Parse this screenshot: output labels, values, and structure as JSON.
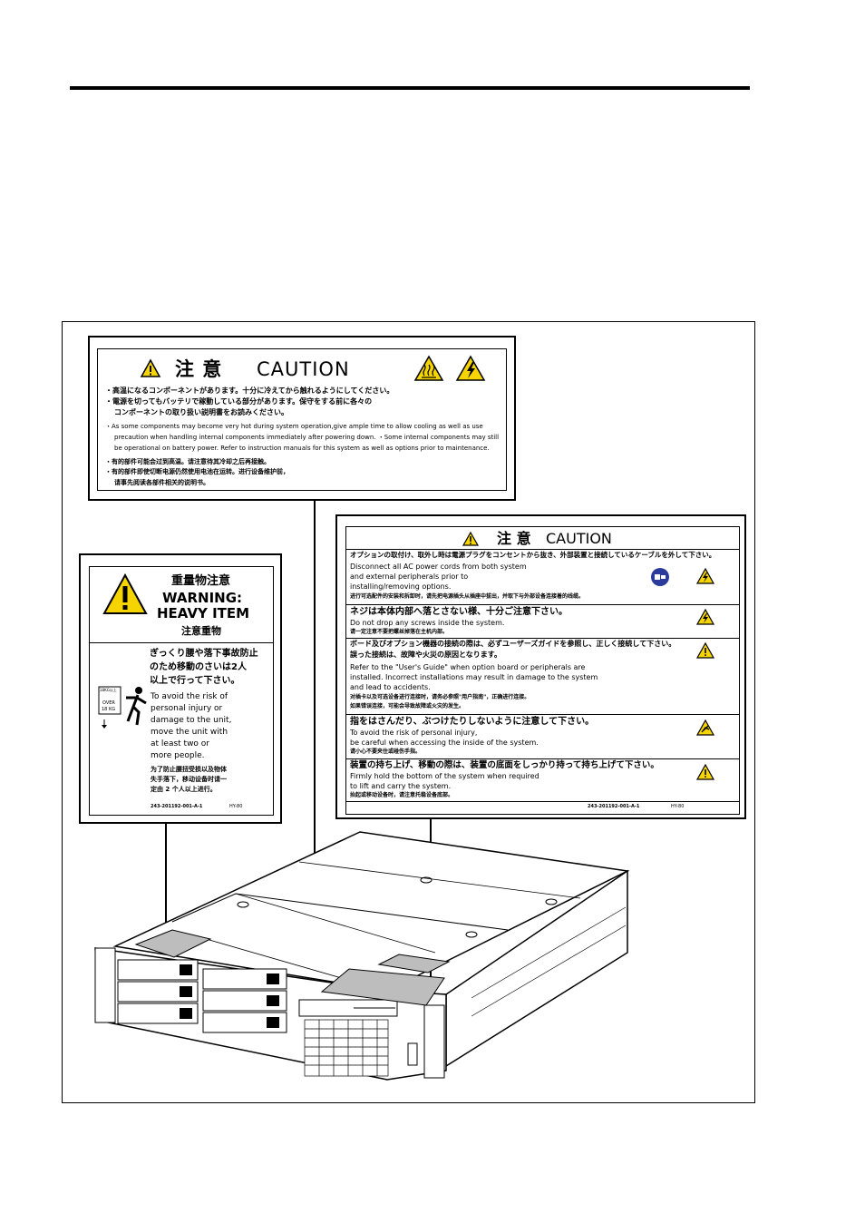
{
  "page": {
    "top_rule": true
  },
  "label_top": {
    "header_jp": "注  意",
    "header_en": "CAUTION",
    "jp_line1": "・高温になるコンポーネントがあります。十分に冷えてから触れるようにしてください。",
    "jp_line2": "・電源を切ってもバッテリで稼動している部分があります。保守をする前に各々の",
    "jp_line3": "コンポーネントの取り扱い説明書をお読みください。",
    "en_line1": "・As some components may become very hot during system operation,give ample time to allow cooling as well as use",
    "en_line2": "precaution when handling internal components immediately after powering down. ・Some internal components may still",
    "en_line3": "be operational on battery power. Refer to instruction manuals for this system as well as options prior to maintenance.",
    "cn_line1": "・有的部件可能会过到高温。请注意待其冷却之后再接触。",
    "cn_line2": "・有的部件即使切断电源仍然使用电池在运转。进行设备维护前，",
    "cn_line3": "请事先阅读各部件相关的说明书。",
    "icons": [
      "hot-surface-warning-icon",
      "electric-shock-warning-icon",
      "caution-triangle-icon"
    ]
  },
  "label_left": {
    "title_jp": "重量物注意",
    "title_en_1": "WARNING:",
    "title_en_2": "HEAVY ITEM",
    "title_cn": "注意重物",
    "jp_1": "ぎっくり腰や落下事故防止",
    "jp_2": "のため移動のさいは2人",
    "jp_3": "以上で行って下さい。",
    "en_1": "To avoid the risk of",
    "en_2": "personal injury or",
    "en_3": "damage to the unit,",
    "en_4": "move the unit with",
    "en_5": "at least two or",
    "en_6": "more people.",
    "cn_1": "为了防止腰扭受损以及物体",
    "cn_2": "失手落下，移动设备时请一",
    "cn_3": "定由 2 个人以上进行。",
    "pict_1": "18KG以上",
    "pict_2": "OVER",
    "pict_3": "18 KG",
    "part_no": "243-201192-001-A-1",
    "part_code": "HY-80"
  },
  "label_right": {
    "header_jp": "注 意",
    "header_en": "CAUTION",
    "s1_jp": "オプションの取付け、取外し時は電源プラグをコンセントから抜き、外部装置と接続しているケーブルを外して下さい。",
    "s1_en1": "Disconnect all AC power cords from both system",
    "s1_en2": "and external peripherals prior to",
    "s1_en3": "installing/removing options.",
    "s1_cn": "进行可选配件的安装和拆卸时，请先把电源插头从插座中拔出，并取下与外部设备连接着的线缆。",
    "s2_jp": "ネジは本体内部へ落とさない様、十分ご注意下さい。",
    "s2_en": "Do not drop any screws inside the system.",
    "s2_cn": "请一定注意不要把螺丝掉落在主机内部。",
    "s3_jp1": "ボード及びオプション機器の接続の際は、必ずユーザーズガイドを参照し、正しく接続して下さい。",
    "s3_jp2": "誤った接続は、故障や火災の原因となります。",
    "s3_en1": "Refer to the \"User's Guide\" when option board or peripherals are",
    "s3_en2": "installed. Incorrect installations may result in damage to the system",
    "s3_en3": "and lead to accidents.",
    "s3_cn1": "对插卡以及可选设备进行连接时，请务必参照\"用户指南\"，正确进行连接。",
    "s3_cn2": "如果错误连接，可能会导致故障或火灾的发生。",
    "s4_jp": "指をはさんだり、ぶつけたりしないように注意して下さい。",
    "s4_en1": "To avoid the risk of personal injury,",
    "s4_en2": "be careful when accessing the inside of the system.",
    "s4_cn": "请小心不要夹住或碰伤手指。",
    "s5_jp": "装置の持ち上げ、移動の際は、装置の底面をしっかり持って持ち上げて下さい。",
    "s5_en1": "Firmly hold the bottom of the system when required",
    "s5_en2": "to lift and carry the system.",
    "s5_cn": "抬起或移动设备时，请注意托稳设备底部。",
    "part_no": "243-201192-001-A-1",
    "part_code": "HY-80"
  },
  "server": {
    "description_icons": [
      "server-chassis-illustration",
      "hdd-bay-icon",
      "optical-drive-icon"
    ]
  }
}
